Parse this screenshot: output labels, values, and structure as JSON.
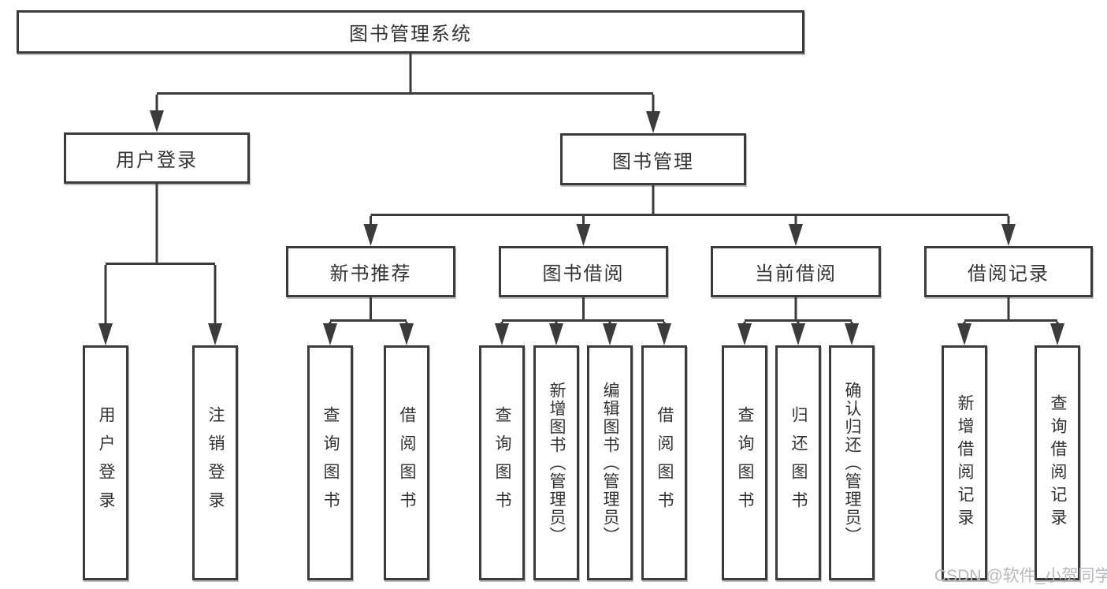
{
  "diagram": {
    "root": {
      "label": "图书管理系统"
    },
    "level2": [
      {
        "label": "用户登录"
      },
      {
        "label": "图书管理"
      }
    ],
    "level3": [
      {
        "label": "新书推荐"
      },
      {
        "label": "图书借阅"
      },
      {
        "label": "当前借阅"
      },
      {
        "label": "借阅记录"
      }
    ],
    "leaves": [
      {
        "label": "用户登录",
        "parent": "用户登录"
      },
      {
        "label": "注销登录",
        "parent": "用户登录"
      },
      {
        "label": "查询图书",
        "parent": "新书推荐"
      },
      {
        "label": "借阅图书",
        "parent": "新书推荐"
      },
      {
        "label": "查询图书",
        "parent": "图书借阅"
      },
      {
        "label": "新增图书（管理员）",
        "parent": "图书借阅"
      },
      {
        "label": "编辑图书（管理员）",
        "parent": "图书借阅"
      },
      {
        "label": "借阅图书",
        "parent": "图书借阅"
      },
      {
        "label": "查询图书",
        "parent": "当前借阅"
      },
      {
        "label": "归还图书",
        "parent": "当前借阅"
      },
      {
        "label": "确认归还（管理员）",
        "parent": "当前借阅"
      },
      {
        "label": "新增借阅记录",
        "parent": "借阅记录"
      },
      {
        "label": "查询借阅记录",
        "parent": "借阅记录"
      }
    ]
  },
  "watermark": {
    "text": "CSDN @软件_小贺同学"
  },
  "colors": {
    "line": "#3b3b3b",
    "text": "#333333",
    "box_background": "#ffffff",
    "watermark": "#b6b9bd",
    "page_background": "#ffffff"
  }
}
